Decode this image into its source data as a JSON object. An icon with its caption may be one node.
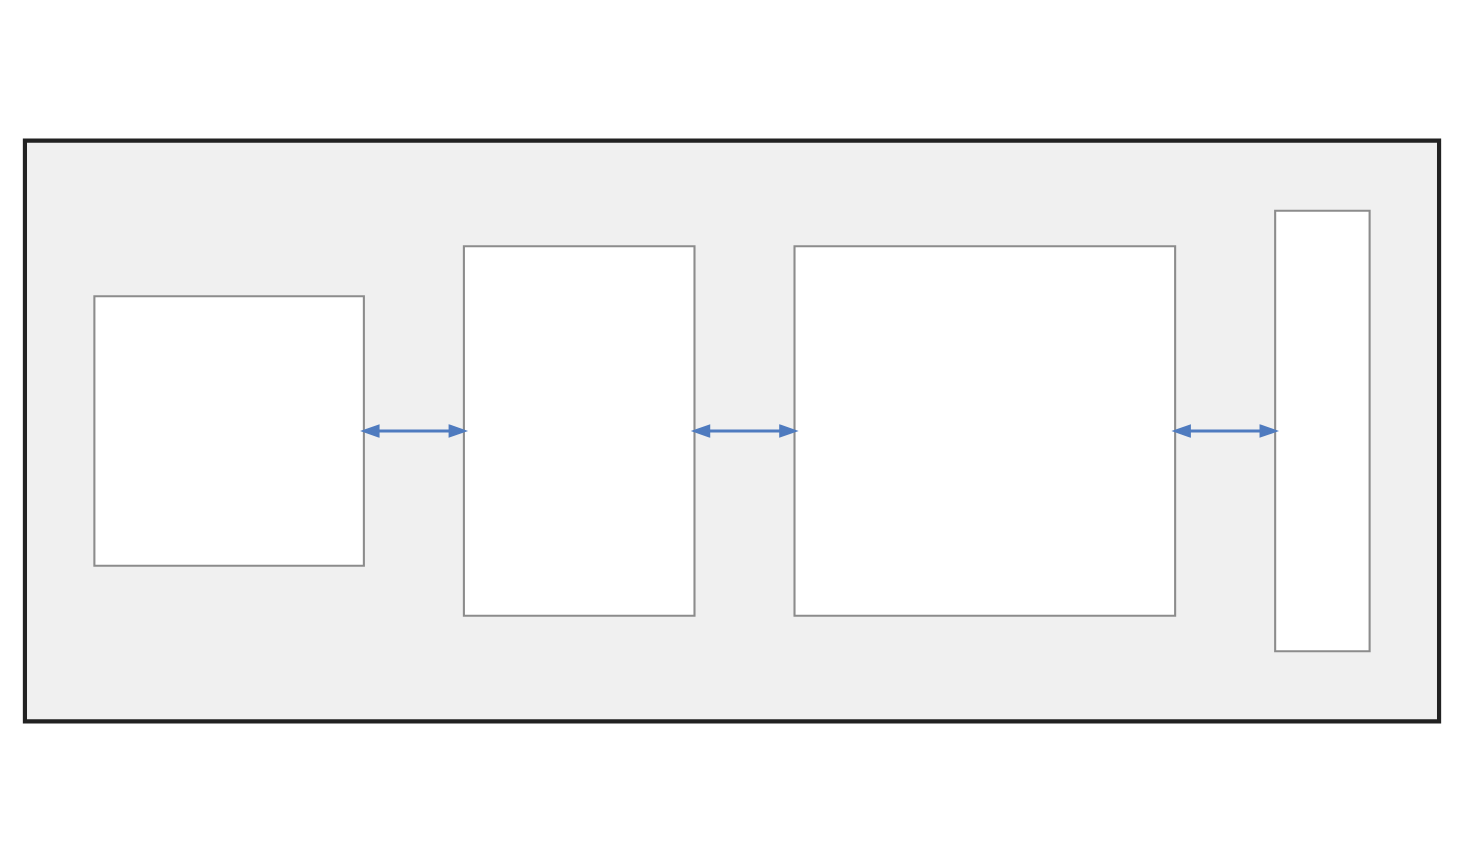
{
  "diagram": {
    "nodes": [
      {
        "text": [],
        "shape": "box"
      },
      {
        "text": [],
        "shape": "box",
        "in": 0
      },
      {
        "text": [],
        "shape": "box",
        "in": 0
      },
      {
        "text": [],
        "shape": "box",
        "in": 0
      },
      {
        "text": [],
        "shape": "box",
        "in": 0
      }
    ],
    "edges": [
      {
        "from": 1,
        "to": 2,
        "arrow": "both"
      },
      {
        "from": 2,
        "to": 3,
        "arrow": "both"
      },
      {
        "from": 3,
        "to": 4,
        "arrow": "both"
      }
    ]
  }
}
